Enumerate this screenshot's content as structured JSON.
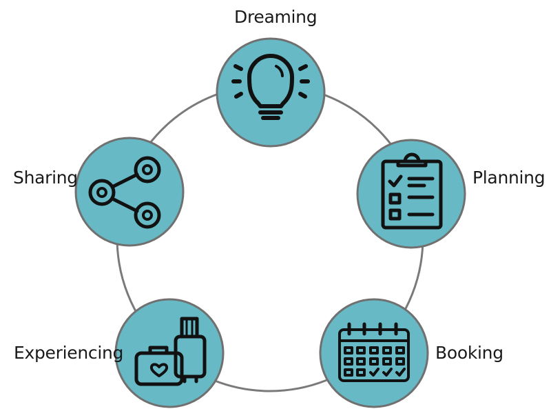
{
  "stages": [
    {
      "id": "dreaming",
      "label": "Dreaming",
      "icon": "lightbulb-icon"
    },
    {
      "id": "planning",
      "label": "Planning",
      "icon": "clipboard-checklist-icon"
    },
    {
      "id": "booking",
      "label": "Booking",
      "icon": "calendar-icon"
    },
    {
      "id": "experiencing",
      "label": "Experiencing",
      "icon": "luggage-icon"
    },
    {
      "id": "sharing",
      "label": "Sharing",
      "icon": "share-icon"
    }
  ],
  "colors": {
    "node_fill": "#66b9c5",
    "node_stroke": "#707070",
    "ring_stroke": "#7a7a7a",
    "icon_stroke": "#111111",
    "text": "#1a1a1a",
    "background": "#ffffff"
  }
}
